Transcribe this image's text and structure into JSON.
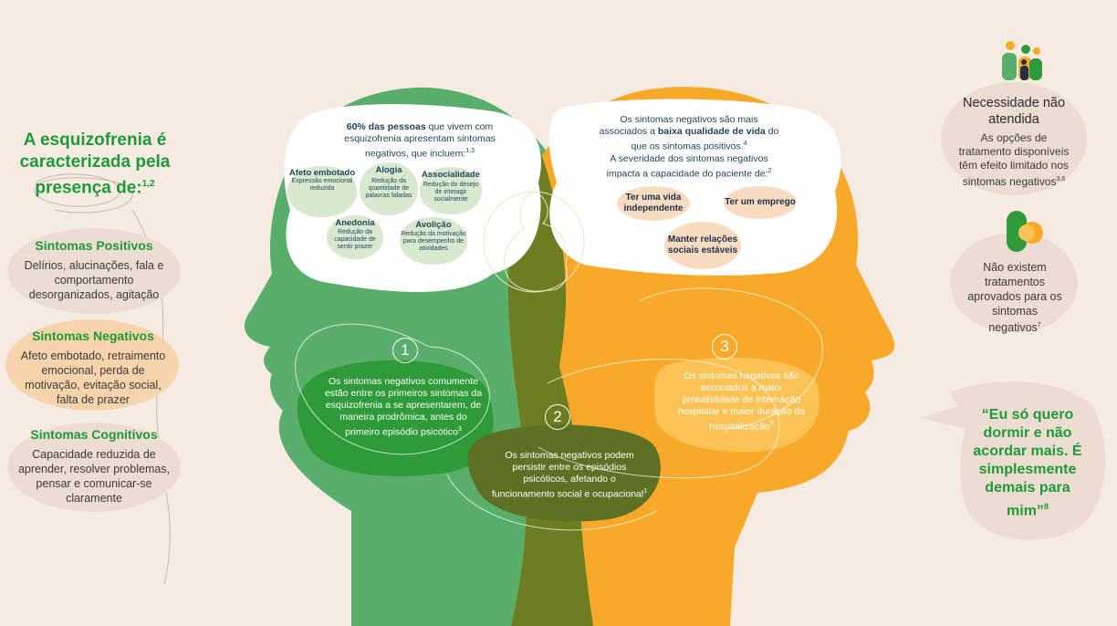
{
  "title": {
    "text": "A esquizofrenia é caracterizada pela presença de:",
    "sup": "1,2"
  },
  "categories": [
    {
      "heading": "Sintomas Positivos",
      "text": "Delírios, alucinações, fala e comportamento desorganizados, agitação"
    },
    {
      "heading": "Sintomas Negativos",
      "text": "Afeto embotado, retraimento emocional, perda de motivação, evitação social, falta de prazer"
    },
    {
      "heading": "Sintomas Cognitivos",
      "text": "Capacidade reduzida de aprender, resolver problemas, pensar e comunicar-se claramente"
    }
  ],
  "left_head": {
    "intro_bold": "60% das pessoas",
    "intro_rest": " que vivem com esquizofrenia apresentam sintomas negativos, que incluem:",
    "intro_sup": "1,3",
    "symptoms": [
      {
        "name": "Afeto embotado",
        "desc": "Expressão emocional reduzida"
      },
      {
        "name": "Alogia",
        "desc": "Redução da quantidade de palavras faladas"
      },
      {
        "name": "Associalidade",
        "desc": "Redução do desejo de interagir socialmente"
      },
      {
        "name": "Anedonia",
        "desc": "Redução da capacidade de sentir prazer"
      },
      {
        "name": "Avolição",
        "desc": "Redução da motivação para desempenho de atividades"
      }
    ]
  },
  "right_head": {
    "line1": "Os sintomas negativos são mais associados a ",
    "line1_bold": "baixa qualidade de vida",
    "line2": " do que os sintomas positivos.",
    "line2_sup": "4",
    "line3": "A severidade dos sintomas negativos impacta a capacidade do paciente de:",
    "line3_sup": "2",
    "capacities": [
      "Ter uma vida independente",
      "Ter um emprego",
      "Manter relações sociais estáveis"
    ]
  },
  "points": [
    {
      "num": "1",
      "text": "Os sintomas negativos comumente estão entre os primeiros sintomas da esquizofrenia a se apresentarem, de maneira prodrômica, antes do primeiro episódio psicótico",
      "sup": "3"
    },
    {
      "num": "2",
      "text": "Os sintomas negativos podem persistir entre os episódios psicóticos, afetando o funcionamento social e ocupacional",
      "sup": "1"
    },
    {
      "num": "3",
      "text": "Os sintomas negativos são associados a maior probabilidade de internação hospitalar e maior duração da hospitalização",
      "sup": "5"
    }
  ],
  "right_panel": {
    "need_title": "Necessidade não atendida",
    "need_text": "As opções de tratamento disponíveis têm efeito limitado nos sintomas negativos",
    "need_sup": "3,6",
    "no_treat_text": "Não existem tratamentos aprovados para os sintomas negativos",
    "no_treat_sup": "7",
    "quote": "“Eu só quero dormir e não acordar mais. É simplesmente demais para mim”",
    "quote_sup": "8"
  },
  "colors": {
    "background": "#f6ebe3",
    "green_head": "#5aae6b",
    "orange_head": "#f8a929",
    "overlap": "#6c7d22",
    "title_green": "#1e9a37",
    "bubble_beige": "#eddcd1",
    "bubble_orange": "#f8d4ac"
  }
}
